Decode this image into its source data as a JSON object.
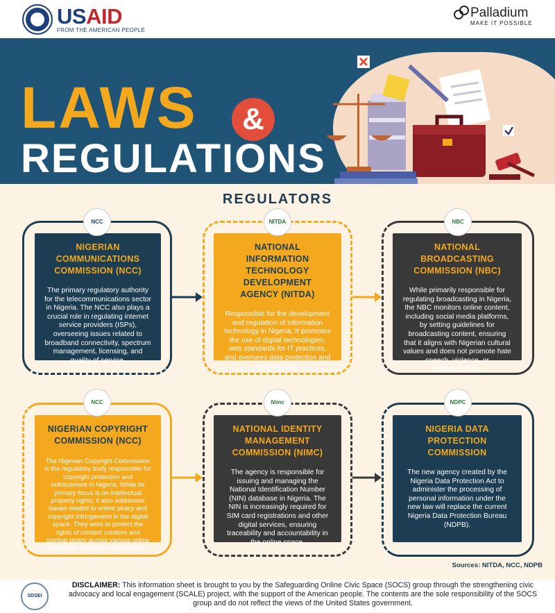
{
  "header": {
    "usaid_name": "USAID",
    "usaid_prefix": "US",
    "usaid_suffix": "AID",
    "usaid_tagline": "FROM THE AMERICAN PEOPLE",
    "palladium_name": "Palladium",
    "palladium_tagline": "MAKE IT POSSIBLE"
  },
  "hero": {
    "title_line1": "LAWS",
    "ampersand": "&",
    "title_line2": "REGULATIONS"
  },
  "section_title": "REGULATORS",
  "regulators": [
    {
      "badge": "NCC",
      "title": "NIGERIAN COMMUNICATIONS COMMISSION (NCC)",
      "description": "The primary regulatory authority for the telecommunications sector in Nigeria. The NCC also plays a crucial role in regulating internet service providers (ISPs), overseeing issues related to broadband connectivity, spectrum management, licensing, and quality of service."
    },
    {
      "badge": "NITDA",
      "title": "NATIONAL INFORMATION TECHNOLOGY DEVELOPMENT AGENCY (NITDA)",
      "description": "Responsible for the development and regulation of information technology in Nigeria. It promotes the use of digital technologies, sets standards for IT practices, and oversees data protection and cybersecurity."
    },
    {
      "badge": "NBC",
      "title": "NATIONAL BROADCASTING COMMISSION (NBC)",
      "description": "While primarily responsible for regulating broadcasting in Nigeria, the NBC monitors online content, including social media platforms, by setting guidelines for broadcasting content, ensuring that it aligns with Nigerian cultural values and does not promote hate speech, violence, or misinformation."
    },
    {
      "badge": "NCC",
      "title": "NIGERIAN COPYRIGHT COMMISSION (NCC)",
      "description": "The Nigerian Copyright Commission is the regulatory body responsible for copyright protection and enforcement in Nigeria. While its primary focus is on intellectual property rights, it also addresses issues related to online piracy and copyright infringement in the digital space. They work to protect the rights of content creators and combat piracy across various online platforms, including social media."
    },
    {
      "badge": "Nimc",
      "title": "NATIONAL IDENTITY MANAGEMENT COMMISSION (NIMC)",
      "description": "The agency is responsible for issuing and managing the National Identification Number (NIN) database in Nigeria. The NIN is increasingly required for SIM card registrations and other digital services, ensuring traceability and accountability in the online space."
    },
    {
      "badge": "NDPC",
      "title": "NIGERIA DATA PROTECTION COMMISSION",
      "description": "The new agency created by the Nigeria Data Protection Act to administer the processing of personal information under the new law will replace the current Nigeria Data Protection Bureau (NDPB)."
    }
  ],
  "sources": "Sources: NITDA, NCC, NDPB",
  "footer": {
    "logo_text": "SDSEI",
    "disclaimer_label": "DISCLAIMER:",
    "disclaimer_text": "This information sheet is brought to you by the Safeguarding Online Civic Space (SOCS) group through the strengthening civic advocacy and local engagement (SCALE) project, with the support of the American people. The contents are the sole responsibility of the SOCS group and do not reflect the views of the United States government."
  },
  "colors": {
    "navy": "#1c3d52",
    "orange": "#f4a81d",
    "dark": "#3a3939",
    "hero_blue": "#1f5476",
    "cream": "#fcf3e4"
  }
}
